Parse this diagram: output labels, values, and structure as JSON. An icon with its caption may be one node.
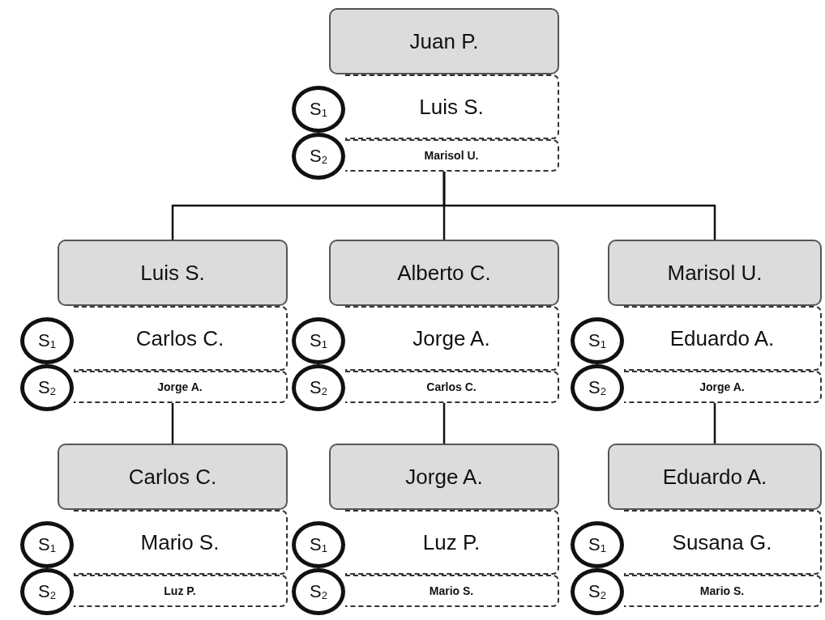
{
  "diagram": {
    "nodes": [
      {
        "text": [
          "Juan P."
        ]
      },
      {
        "text": [
          "S$_{1}$"
        ]
      },
      {
        "text": [
          "Luis S."
        ]
      },
      {
        "text": [
          "S$_{2}$"
        ]
      },
      {
        "text": [
          "Marisol U."
        ]
      },
      {
        "text": [
          "Luis S."
        ]
      },
      {
        "text": [
          "S$_{1}$"
        ]
      },
      {
        "text": [
          "Carlos C."
        ]
      },
      {
        "text": [
          "S$_{2}$"
        ]
      },
      {
        "text": [
          "Jorge A."
        ]
      },
      {
        "text": [
          "Alberto C."
        ]
      },
      {
        "text": [
          "S$_{1}$"
        ]
      },
      {
        "text": [
          "Jorge A."
        ]
      },
      {
        "text": [
          "S$_{2}$"
        ]
      },
      {
        "text": [
          "Carlos C."
        ]
      },
      {
        "text": [
          "Marisol U."
        ]
      },
      {
        "text": [
          "S$_{1}$"
        ]
      },
      {
        "text": [
          "Eduardo A."
        ]
      },
      {
        "text": [
          "S$_{2}$"
        ]
      },
      {
        "text": [
          "Jorge A."
        ]
      },
      {
        "text": [
          "Carlos C."
        ]
      },
      {
        "text": [
          "S$_{1}$"
        ]
      },
      {
        "text": [
          "Mario S."
        ]
      },
      {
        "text": [
          "S$_{2}$"
        ]
      },
      {
        "text": [
          "Luz P."
        ]
      },
      {
        "text": [
          "Jorge A."
        ]
      },
      {
        "text": [
          "S$_{1}$"
        ]
      },
      {
        "text": [
          "Luz P."
        ]
      },
      {
        "text": [
          "S$_{2}$"
        ]
      },
      {
        "text": [
          "Mario S."
        ]
      },
      {
        "text": [
          "Eduardo A."
        ]
      },
      {
        "text": [
          "S$_{1}$"
        ]
      },
      {
        "text": [
          "Susana G."
        ]
      },
      {
        "text": [
          "S$_{2}$"
        ]
      },
      {
        "text": [
          "Mario S."
        ]
      }
    ],
    "edges": [
      {
        "from": 4,
        "to": 5,
        "arrow": "none"
      },
      {
        "from": 4,
        "to": 10,
        "arrow": "none"
      },
      {
        "from": 4,
        "to": 15,
        "arrow": "none"
      },
      {
        "from": 9,
        "to": 20,
        "arrow": "none"
      },
      {
        "from": 14,
        "to": 25,
        "arrow": "none"
      },
      {
        "from": 19,
        "to": 30,
        "arrow": "none"
      }
    ]
  }
}
